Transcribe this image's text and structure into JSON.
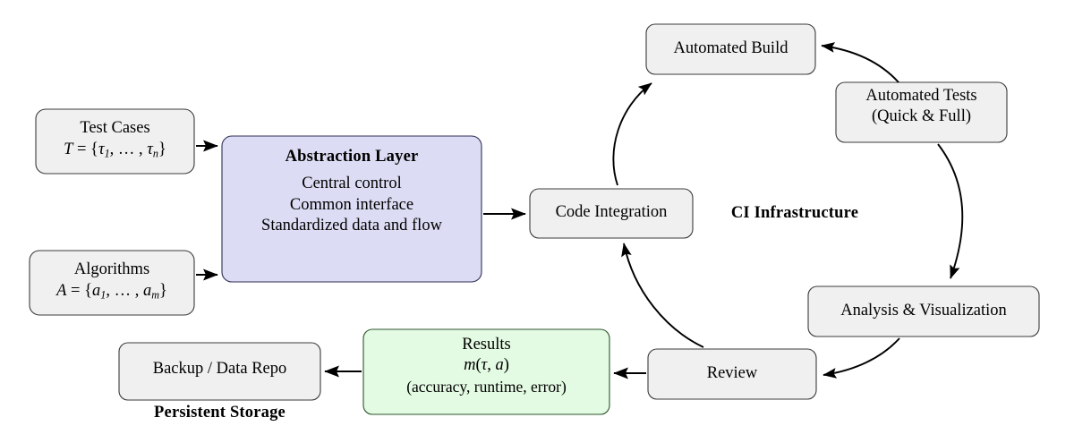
{
  "diagram": {
    "title_labels": [
      {
        "id": "ci-infrastructure",
        "text": "CI Infrastructure"
      },
      {
        "id": "persistent-storage",
        "text": "Persistent Storage"
      }
    ],
    "colors": {
      "box_gray_fill": "#f0f0f0",
      "box_blue_fill": "#dcdcf4",
      "box_green_fill": "#e3fae3",
      "stroke": "#000000",
      "background": "#ffffff"
    },
    "nodes": [
      {
        "id": "test-cases",
        "style": "gray",
        "lines": [
          "Test Cases",
          "T = {τ1, …, τn}"
        ],
        "line1": "Test Cases",
        "math_var": "T",
        "math_eq": " = {",
        "math_el1": "τ",
        "math_sub1": "1",
        "math_mid": ", … , ",
        "math_el2": "τ",
        "math_sub2": "n",
        "math_close": "}"
      },
      {
        "id": "algorithms",
        "style": "gray",
        "lines": [
          "Algorithms",
          "A = {a1, …, am}"
        ],
        "line1": "Algorithms",
        "math_var": "A",
        "math_eq": " = {",
        "math_el1": "a",
        "math_sub1": "1",
        "math_mid": ", … , ",
        "math_el2": "a",
        "math_sub2": "m",
        "math_close": "}"
      },
      {
        "id": "abstraction-layer",
        "style": "blue",
        "heading": "Abstraction Layer",
        "lines": [
          "Central control",
          "Common interface",
          "Standardized data and flow"
        ],
        "line1": "Central control",
        "line2": "Common interface",
        "line3": "Standardized data and flow"
      },
      {
        "id": "code-integration",
        "style": "gray",
        "label": "Code Integration"
      },
      {
        "id": "automated-build",
        "style": "gray",
        "label": "Automated Build"
      },
      {
        "id": "automated-tests",
        "style": "gray",
        "line1": "Automated Tests",
        "line2": "(Quick & Full)"
      },
      {
        "id": "analysis-visualization",
        "style": "gray",
        "label": "Analysis & Visualization"
      },
      {
        "id": "review",
        "style": "gray",
        "label": "Review"
      },
      {
        "id": "results",
        "style": "green",
        "line1": "Results",
        "math_m": "m",
        "math_open": "(",
        "math_tau": "τ",
        "math_comma": ", ",
        "math_a": "a",
        "math_closep": ")",
        "line3": "(accuracy, runtime, error)"
      },
      {
        "id": "backup-data-repo",
        "style": "gray",
        "label": "Backup / Data Repo"
      }
    ],
    "edges": [
      {
        "id": "test-cases-to-abstraction",
        "from": "test-cases",
        "to": "abstraction-layer",
        "kind": "straight"
      },
      {
        "id": "algorithms-to-abstraction",
        "from": "algorithms",
        "to": "abstraction-layer",
        "kind": "straight"
      },
      {
        "id": "abstraction-to-code-integration",
        "from": "abstraction-layer",
        "to": "code-integration",
        "kind": "straight"
      },
      {
        "id": "code-integration-to-automated-build",
        "from": "code-integration",
        "to": "automated-build",
        "kind": "arc"
      },
      {
        "id": "automated-build-to-automated-tests",
        "from": "automated-build",
        "to": "automated-tests",
        "kind": "arc"
      },
      {
        "id": "automated-tests-to-analysis",
        "from": "automated-tests",
        "to": "analysis-visualization",
        "kind": "arc"
      },
      {
        "id": "analysis-to-review",
        "from": "analysis-visualization",
        "to": "review",
        "kind": "arc"
      },
      {
        "id": "review-to-code-integration",
        "from": "review",
        "to": "code-integration",
        "kind": "arc"
      },
      {
        "id": "review-to-results",
        "from": "review",
        "to": "results",
        "kind": "straight"
      },
      {
        "id": "results-to-backup",
        "from": "results",
        "to": "backup-data-repo",
        "kind": "straight"
      }
    ]
  }
}
